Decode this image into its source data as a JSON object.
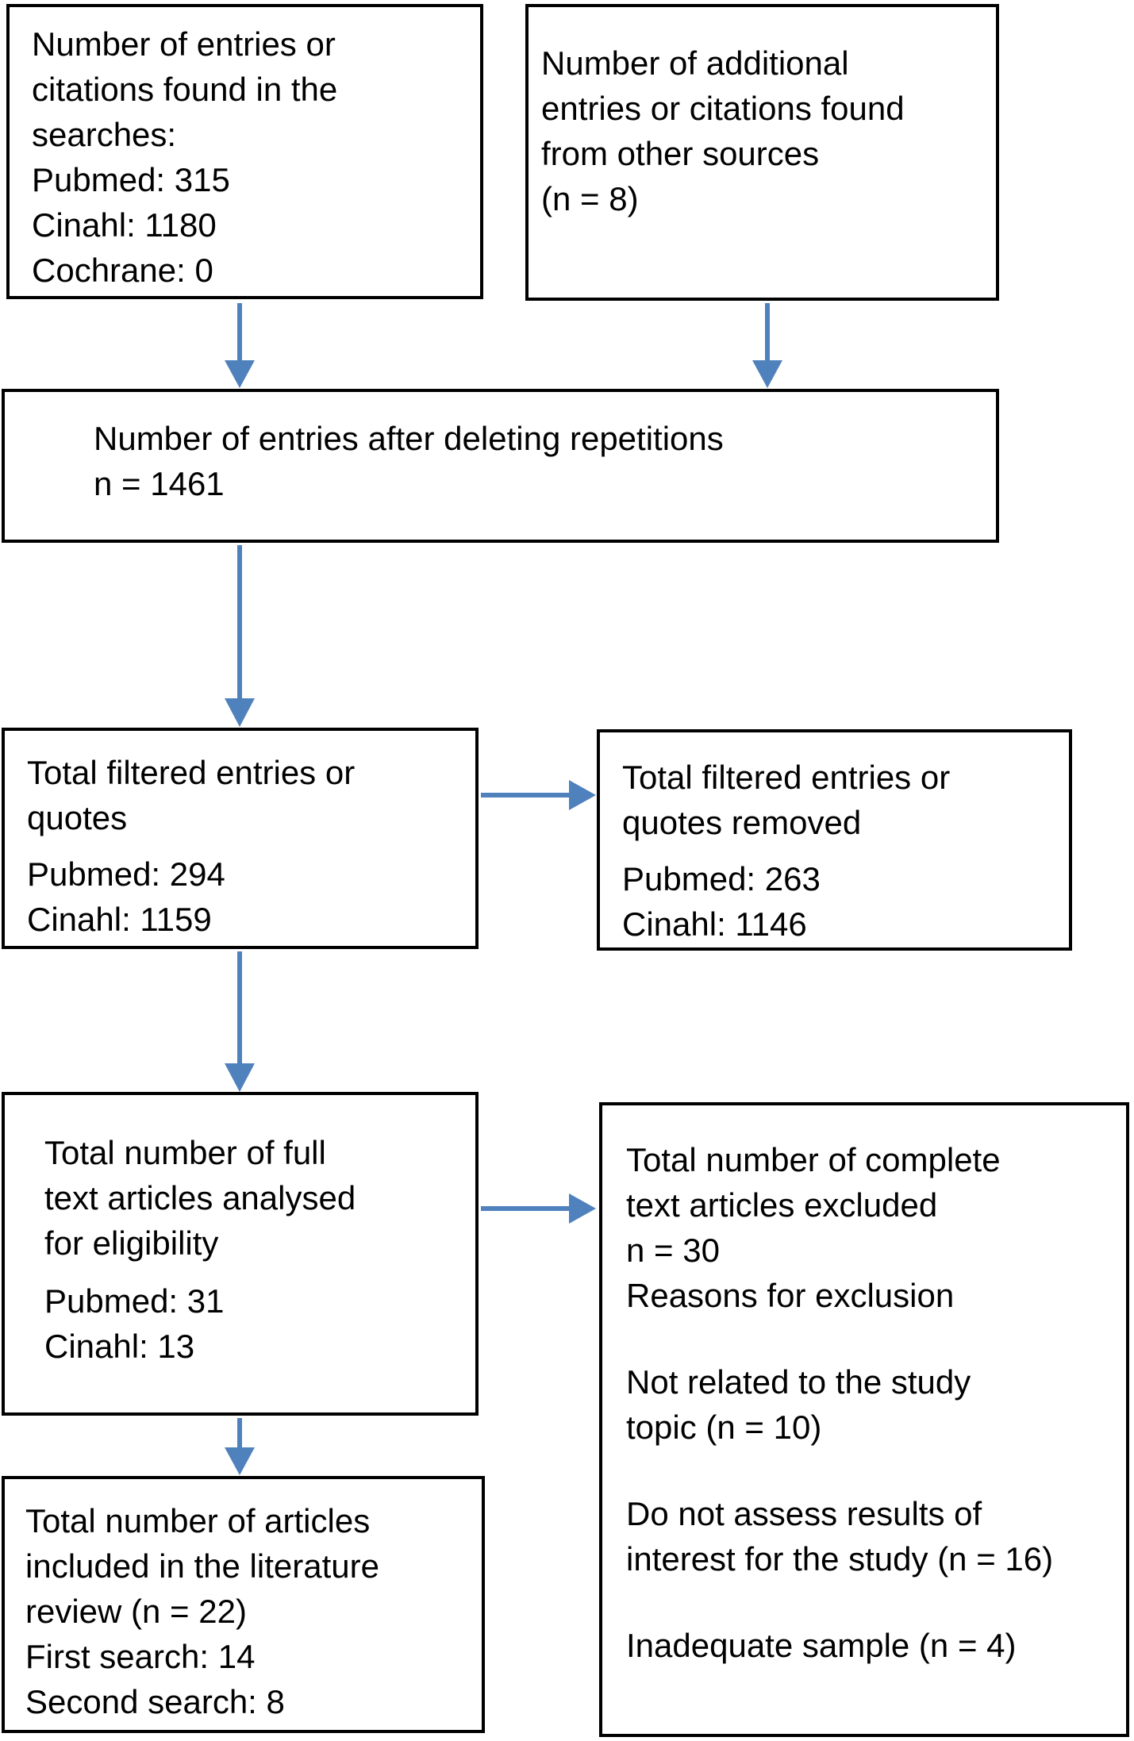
{
  "diagram_type": "literature-search-flowchart",
  "colors": {
    "arrow": "#4f81bd",
    "box_border": "#000000",
    "box_fill": "#ffffff",
    "text": "#000000"
  },
  "boxes": {
    "searches_found": {
      "title": "Number of entries or\ncitations found in the\nsearches:",
      "stats": "Pubmed: 315\nCinahl: 1180\nCochrane: 0"
    },
    "additional_sources": {
      "title": "Number of additional\nentries or citations found\nfrom other sources",
      "stats": "(n = 8)"
    },
    "after_dedup": {
      "title": "Number of entries after deleting repetitions",
      "stats": "n = 1461"
    },
    "filtered_quotes": {
      "title": "Total filtered entries or\nquotes",
      "stats": "Pubmed: 294\nCinahl: 1159"
    },
    "filtered_removed": {
      "title": "Total filtered entries or\nquotes removed",
      "stats": "Pubmed: 263\nCinahl: 1146"
    },
    "fulltext_analysed": {
      "title": "Total number of full\ntext articles analysed\nfor eligibility",
      "stats": "Pubmed: 31\nCinahl: 13"
    },
    "fulltext_excluded": {
      "title": "Total number of complete\ntext articles excluded",
      "count": "n = 30",
      "reasons_label": "Reasons for exclusion",
      "reasons": [
        "Not related to the study\ntopic (n = 10)",
        "Do not assess results of\ninterest for the study (n = 16)",
        "Inadequate sample (n = 4)"
      ]
    },
    "included_review": {
      "title": "Total number of articles\nincluded in the literature\nreview (n = 22)",
      "stats": "First search: 14\nSecond search: 8"
    }
  }
}
